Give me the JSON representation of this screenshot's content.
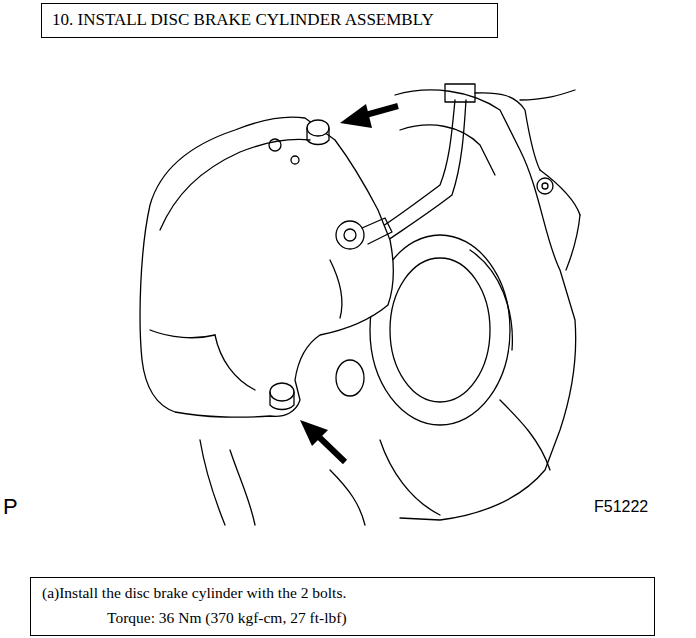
{
  "diagram": {
    "nodes": [
      {
        "text": [
          "10. INSTALL DISC BRAKE CYLINDER ASSEMBLY"
        ]
      },
      {
        "text": [
          "(a)Install the disc brake cylinder with the 2 bolts.",
          "Torque: 36 Nm (370 kgf-cm, 27 ft-lbf)"
        ]
      }
    ],
    "labels": [
      "P",
      "F51222"
    ]
  }
}
